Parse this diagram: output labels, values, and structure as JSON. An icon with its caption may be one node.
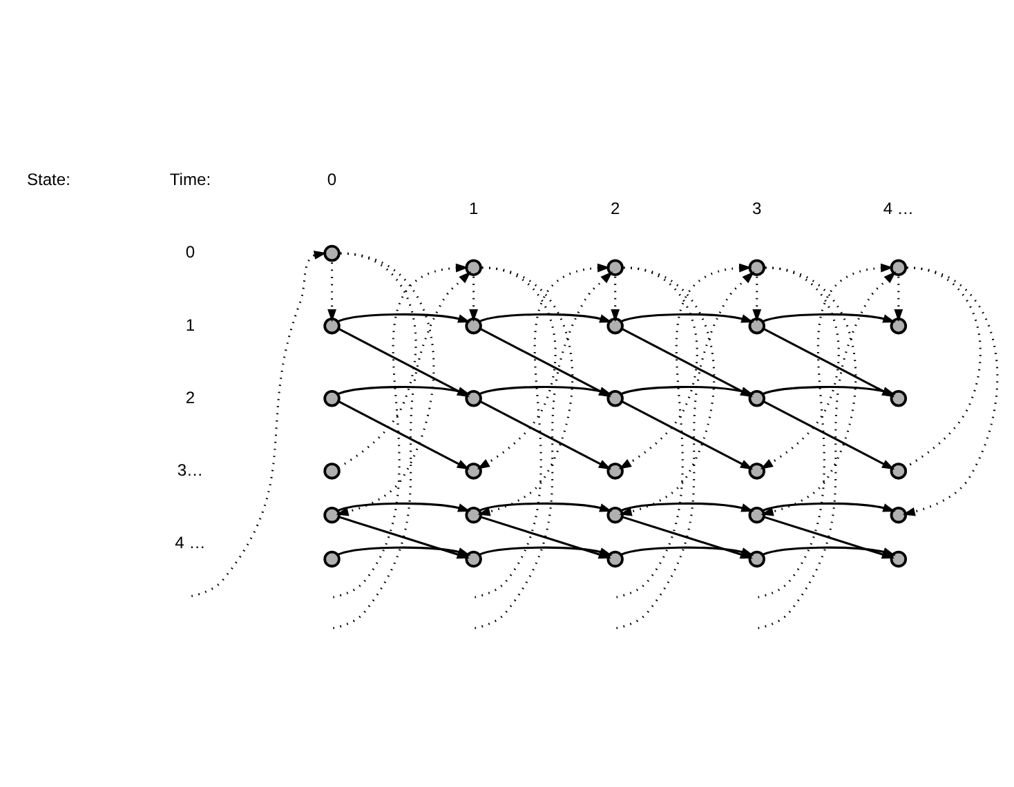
{
  "diagram": {
    "nodes": [
      {
        "text": [],
        "shape": "circle"
      },
      {
        "text": [],
        "shape": "circle"
      },
      {
        "text": [],
        "shape": "circle"
      },
      {
        "text": [],
        "shape": "circle"
      },
      {
        "text": [],
        "shape": "circle"
      },
      {
        "text": [],
        "shape": "circle"
      },
      {
        "text": [],
        "shape": "circle"
      },
      {
        "text": [],
        "shape": "circle"
      },
      {
        "text": [],
        "shape": "circle"
      },
      {
        "text": [],
        "shape": "circle"
      },
      {
        "text": [],
        "shape": "circle"
      },
      {
        "text": [],
        "shape": "circle"
      },
      {
        "text": [],
        "shape": "circle"
      },
      {
        "text": [],
        "shape": "circle"
      },
      {
        "text": [],
        "shape": "circle"
      },
      {
        "text": [],
        "shape": "circle"
      },
      {
        "text": [],
        "shape": "circle"
      },
      {
        "text": [],
        "shape": "circle"
      },
      {
        "text": [],
        "shape": "circle"
      },
      {
        "text": [],
        "shape": "circle"
      },
      {
        "text": [],
        "shape": "circle"
      },
      {
        "text": [],
        "shape": "circle"
      },
      {
        "text": [],
        "shape": "circle"
      },
      {
        "text": [],
        "shape": "circle"
      },
      {
        "text": [],
        "shape": "circle"
      },
      {
        "text": [],
        "shape": "circle"
      },
      {
        "text": [],
        "shape": "circle"
      },
      {
        "text": [],
        "shape": "circle"
      },
      {
        "text": [],
        "shape": "circle"
      },
      {
        "text": [],
        "shape": "circle"
      }
    ],
    "edges": [
      {
        "from": 5,
        "to": 6,
        "arrow": "to"
      },
      {
        "from": 6,
        "to": 7,
        "arrow": "to"
      },
      {
        "from": 7,
        "to": 8,
        "arrow": "to"
      },
      {
        "from": 8,
        "to": 9,
        "arrow": "to"
      },
      {
        "from": 5,
        "to": 11,
        "arrow": "to"
      },
      {
        "from": 6,
        "to": 12,
        "arrow": "to"
      },
      {
        "from": 7,
        "to": 13,
        "arrow": "to"
      },
      {
        "from": 8,
        "to": 14,
        "arrow": "to"
      },
      {
        "from": 10,
        "to": 11,
        "arrow": "to"
      },
      {
        "from": 11,
        "to": 12,
        "arrow": "to"
      },
      {
        "from": 12,
        "to": 13,
        "arrow": "to"
      },
      {
        "from": 13,
        "to": 14,
        "arrow": "to"
      },
      {
        "from": 10,
        "to": 16,
        "arrow": "to"
      },
      {
        "from": 11,
        "to": 17,
        "arrow": "to"
      },
      {
        "from": 12,
        "to": 18,
        "arrow": "to"
      },
      {
        "from": 13,
        "to": 19,
        "arrow": "to"
      },
      {
        "from": 20,
        "to": 21,
        "arrow": "to"
      },
      {
        "from": 21,
        "to": 22,
        "arrow": "to"
      },
      {
        "from": 22,
        "to": 23,
        "arrow": "to"
      },
      {
        "from": 23,
        "to": 24,
        "arrow": "to"
      },
      {
        "from": 20,
        "to": 26,
        "arrow": "to"
      },
      {
        "from": 21,
        "to": 27,
        "arrow": "to"
      },
      {
        "from": 22,
        "to": 28,
        "arrow": "to"
      },
      {
        "from": 23,
        "to": 29,
        "arrow": "to"
      },
      {
        "from": 25,
        "to": 26,
        "arrow": "to"
      },
      {
        "from": 26,
        "to": 27,
        "arrow": "to"
      },
      {
        "from": 27,
        "to": 28,
        "arrow": "to"
      },
      {
        "from": 28,
        "to": 29,
        "arrow": "to"
      },
      {
        "from": 0,
        "to": 5,
        "arrow": "to",
        "style": "dashed"
      },
      {
        "from": 1,
        "to": 6,
        "arrow": "to",
        "style": "dashed"
      },
      {
        "from": 2,
        "to": 7,
        "arrow": "to",
        "style": "dashed"
      },
      {
        "from": 3,
        "to": 8,
        "arrow": "to",
        "style": "dashed"
      },
      {
        "from": 4,
        "to": 9,
        "arrow": "to",
        "style": "dashed"
      },
      {
        "from": 0,
        "to": 15,
        "arrow": "none",
        "style": "dashed"
      },
      {
        "from": 1,
        "to": 16,
        "arrow": "to",
        "style": "dashed"
      },
      {
        "from": 2,
        "to": 17,
        "arrow": "to",
        "style": "dashed"
      },
      {
        "from": 3,
        "to": 18,
        "arrow": "to",
        "style": "dashed"
      },
      {
        "from": 4,
        "to": 19,
        "arrow": "none",
        "style": "dashed"
      },
      {
        "from": 0,
        "to": 20,
        "arrow": "to",
        "style": "dashed"
      },
      {
        "from": 1,
        "to": 21,
        "arrow": "to",
        "style": "dashed"
      },
      {
        "from": 2,
        "to": 22,
        "arrow": "to",
        "style": "dashed"
      },
      {
        "from": 3,
        "to": 23,
        "arrow": "to",
        "style": "dashed"
      },
      {
        "from": 4,
        "to": 24,
        "arrow": "to",
        "style": "dashed"
      },
      {
        "from": null,
        "to": 0,
        "arrow": "to",
        "style": "dashed"
      },
      {
        "from": null,
        "to": 1,
        "arrow": "to",
        "style": "dashed"
      },
      {
        "from": null,
        "to": 2,
        "arrow": "to",
        "style": "dashed"
      },
      {
        "from": null,
        "to": 3,
        "arrow": "to",
        "style": "dashed"
      },
      {
        "from": null,
        "to": 4,
        "arrow": "to",
        "style": "dashed"
      },
      {
        "from": null,
        "to": 1,
        "arrow": "to",
        "style": "dashed"
      },
      {
        "from": null,
        "to": 2,
        "arrow": "to",
        "style": "dashed"
      },
      {
        "from": null,
        "to": 3,
        "arrow": "to",
        "style": "dashed"
      },
      {
        "from": null,
        "to": 4,
        "arrow": "to",
        "style": "dashed"
      }
    ],
    "labels": [
      "State:",
      "Time:",
      "0",
      "1",
      "2",
      "3",
      "4 …",
      "0",
      "1",
      "2",
      "3…",
      "4 …"
    ]
  }
}
